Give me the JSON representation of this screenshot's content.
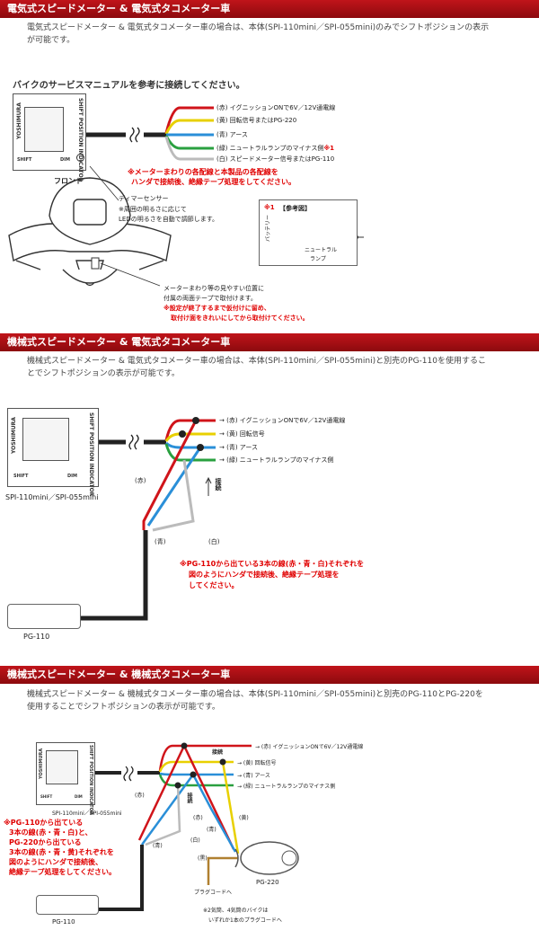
{
  "s1": {
    "header": "電気式スピードメーター & 電気式タコメーター車",
    "desc_line1": "電気式スピードメーター & 電気式タコメーター車の場合は、本体(SPI-110mini／SPI-055mini)のみでシフトポジションの表示",
    "desc_line2": "が可能です。",
    "subtitle": "バイクのサービスマニュアルを参考に接続してください。",
    "wires": [
      {
        "label": "(赤) イグニッションONで6V／12V通電線",
        "color": "#d0141a"
      },
      {
        "label": "(黄) 回転信号またはPG-220",
        "color": "#e8d000"
      },
      {
        "label": "(青) アース",
        "color": "#2a8fd8"
      },
      {
        "label": "(緑) ニュートラルランプのマイナス側",
        "color": "#2aa040"
      },
      {
        "label": "(白) スピードメーター信号またはPG-110",
        "color": "#bbbbbb"
      }
    ],
    "note_mark": "※1",
    "warning_line1": "※メーターまわりの各配線と本製品の各配線を",
    "warning_line2": "ハンダで接続後、絶縁テープ処理をしてください。",
    "front_label": "フロント",
    "dimmer_title": "ディマーセンサー",
    "dimmer_line1": "※周囲の明るさに応じて",
    "dimmer_line2": "LEDの明るさを自動で調節します。",
    "mount_line1": "メーターまわり等の見やすい位置に",
    "mount_line2": "付属の両面テープで取付けます。",
    "mount_red1": "※設定が終了するまで仮付けに留め、",
    "mount_red2": "取付け面をきれいにしてから取付けてください。",
    "ref_mark": "※1",
    "ref_title": "【参考図】",
    "ref_battery": "バッテリー",
    "ref_neutral1": "ニュートラル",
    "ref_neutral2": "ランプ"
  },
  "device": {
    "logo": "YOSHIMURA",
    "side_text": "SHIFT POSITION INDICATOR",
    "shift": "SHIFT",
    "dim": "DIM",
    "model": "SPI-110mini／SPI-055mini"
  },
  "s2": {
    "header": "機械式スピードメーター & 電気式タコメーター車",
    "desc_line1": "機械式スピードメーター & 電気式タコメーター車の場合は、本体(SPI-110mini／SPI-055mini)と別売のPG-110を使用するこ",
    "desc_line2": "とでシフトポジションの表示が可能です。",
    "wires": [
      {
        "label": "→ (赤) イグニッションONで6V／12V通電線"
      },
      {
        "label": "→ (黄) 回転信号"
      },
      {
        "label": "→ (青) アース"
      },
      {
        "label": "→ (緑) ニュートラルランプのマイナス側"
      }
    ],
    "lbl_red": "(赤)",
    "lbl_blue": "(青)",
    "lbl_white": "(白)",
    "connect": "接続",
    "note_line1": "※PG-110から出ている3本の線(赤・青・白)それぞれを",
    "note_line2": "図のようにハンダで接続後、絶縁テープ処理を",
    "note_line3": "してください。",
    "pg": "PG-110"
  },
  "s3": {
    "header": "機械式スピードメーター & 機械式タコメーター車",
    "desc_line1": "機械式スピードメーター & 機械式タコメーター車の場合は、本体(SPI-110mini／SPI-055mini)と別売のPG-110とPG-220を",
    "desc_line2": "使用することでシフトポジションの表示が可能です。",
    "wires": [
      {
        "label": "→ (赤) イグニッションONで6V／12V通電線"
      },
      {
        "label": "→ (黄) 回転信号"
      },
      {
        "label": "→ (青) アース"
      },
      {
        "label": "→ (緑) ニュートラルランプのマイナス側"
      }
    ],
    "connect": "接続",
    "lbl_red": "(赤)",
    "lbl_blue": "(青)",
    "lbl_white": "(白)",
    "lbl_red2": "(赤)",
    "lbl_blue2": "(青)",
    "lbl_yellow": "(黄)",
    "lbl_black": "(黒)",
    "note_line1": "※PG-110から出ている",
    "note_line2": "3本の線(赤・青・白)と、",
    "note_line3": "PG-220から出ている",
    "note_line4": "3本の線(赤・青・黄)それぞれを",
    "note_line5": "図のようにハンダで接続後、",
    "note_line6": "絶縁テープ処理をしてください。",
    "plug": "プラグコードへ",
    "plug_note1": "※2気筒、4気筒のバイクは",
    "plug_note2": "いずれか1本のプラグコードへ",
    "pg220": "PG-220",
    "pg110": "PG-110"
  }
}
